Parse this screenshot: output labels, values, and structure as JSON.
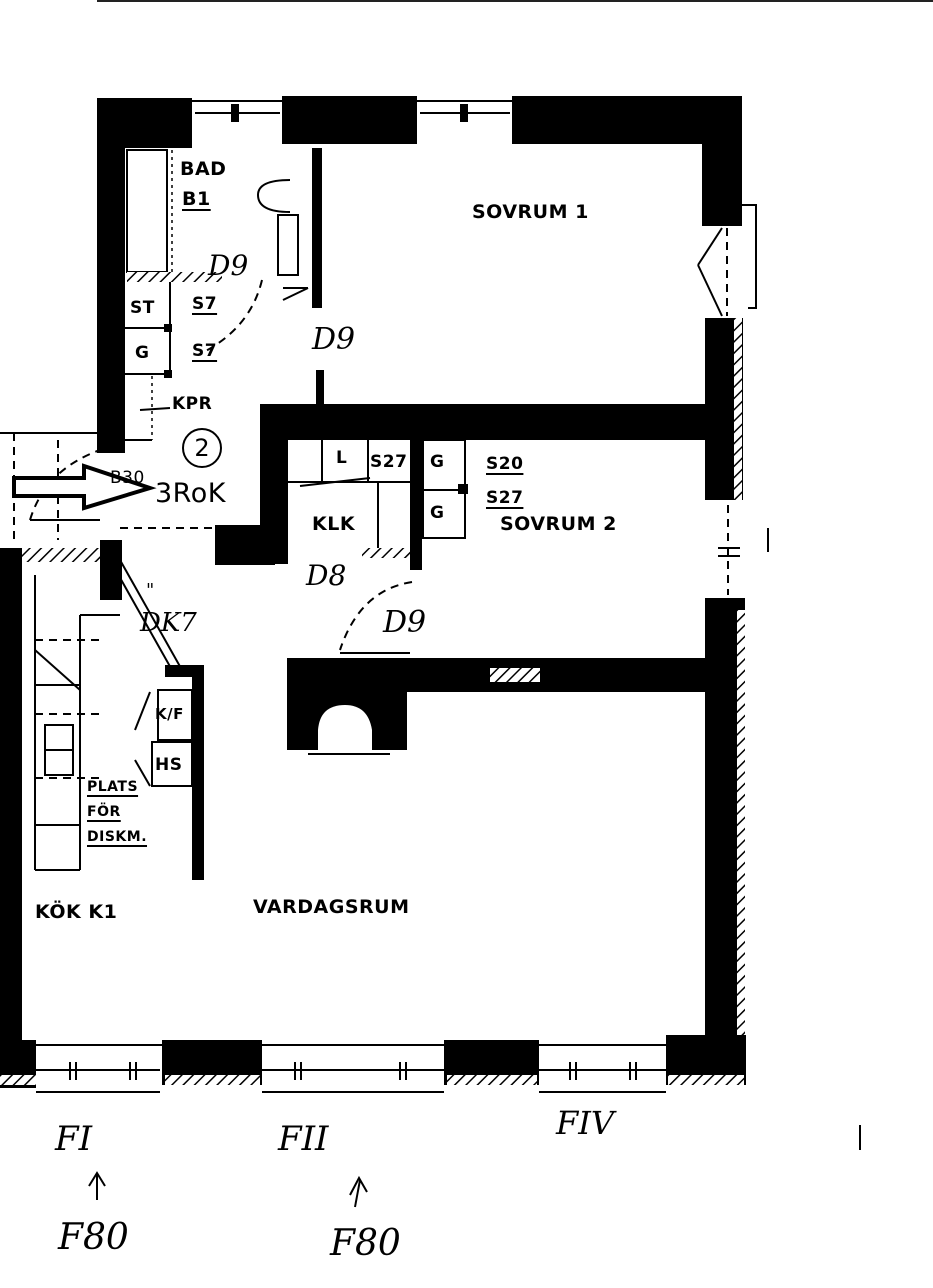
{
  "drawing": {
    "type": "floor-plan",
    "apartment_number": "2",
    "apartment_type": "3RoK",
    "entrance_label": "B30"
  },
  "rooms": {
    "bathroom": {
      "name": "BAD",
      "code": "B1"
    },
    "bedroom1": {
      "name": "SOVRUM 1"
    },
    "bedroom2": {
      "name": "SOVRUM 2"
    },
    "walk_in_closet": {
      "name": "KLK"
    },
    "kitchen": {
      "name": "KÖK K1"
    },
    "living_room": {
      "name": "VARDAGSRUM"
    },
    "hall_cabinet": {
      "name": "KPR"
    }
  },
  "fixtures": {
    "storage_st": "ST",
    "storage_g1": "G",
    "storage_g_klk_1": "G",
    "storage_g_klk_2": "G",
    "linen_l": "L",
    "fridge_freezer": "K/F",
    "tall_cabinet": "HS",
    "dishwasher_line1": "PLATS",
    "dishwasher_line2": "FÖR",
    "dishwasher_line3": "DISKM.",
    "s7_top": "S7",
    "s7_bottom": "S7",
    "s27_klk": "S27",
    "s20": "S20",
    "s27_bedroom": "S27"
  },
  "annotations": {
    "door_bath": "D9",
    "door_bedroom1": "D9",
    "door_klk": "D8",
    "door_bedroom2": "D9",
    "door_kitchen": "DK7",
    "kitchen_mark": "\"",
    "window_left": "FI",
    "window_middle": "FII",
    "window_right": "FIV",
    "window_left_ref": "F80",
    "window_middle_ref": "F80"
  },
  "icons": {
    "entrance_arrow": "outline-right-arrow",
    "left_pointer": "up-arrow",
    "middle_pointer": "up-arrow"
  }
}
